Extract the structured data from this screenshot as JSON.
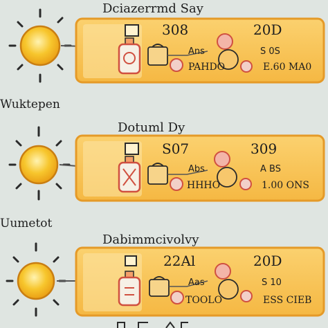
{
  "colors": {
    "background": "#dfe5e1",
    "panel_fill": "#f8c45a",
    "panel_border": "#e59a28",
    "sun_fill": "#f7c62d",
    "accent_red": "#e05a4a",
    "ink": "#1e1e1e"
  },
  "icons": [
    "sun-icon",
    "checkbox-icon",
    "bottle-icon",
    "bag-icon",
    "node-icon",
    "connector-icon"
  ],
  "rows": [
    {
      "header": "Dciazerrmd Say",
      "side_label": "",
      "value_a": "308",
      "value_b": "20D",
      "small_a": "Ans",
      "small_b": "S 0S",
      "text_a": "PAHDO",
      "text_b": "E.60 MA0"
    },
    {
      "header": "Dotuml Dy",
      "side_label": "Wuktepen",
      "value_a": "S07",
      "value_b": "309",
      "small_a": "Abs",
      "small_b": "A BS",
      "text_a": "HHHO",
      "text_b": "1.00 ONS"
    },
    {
      "header": "Dabimmcivolvy",
      "side_label": "Uumetot",
      "value_a": "22Al",
      "value_b": "20D",
      "small_a": "Aas",
      "small_b": "S 10",
      "text_a": "TOOLO",
      "text_b": "ESS CIEB"
    }
  ]
}
